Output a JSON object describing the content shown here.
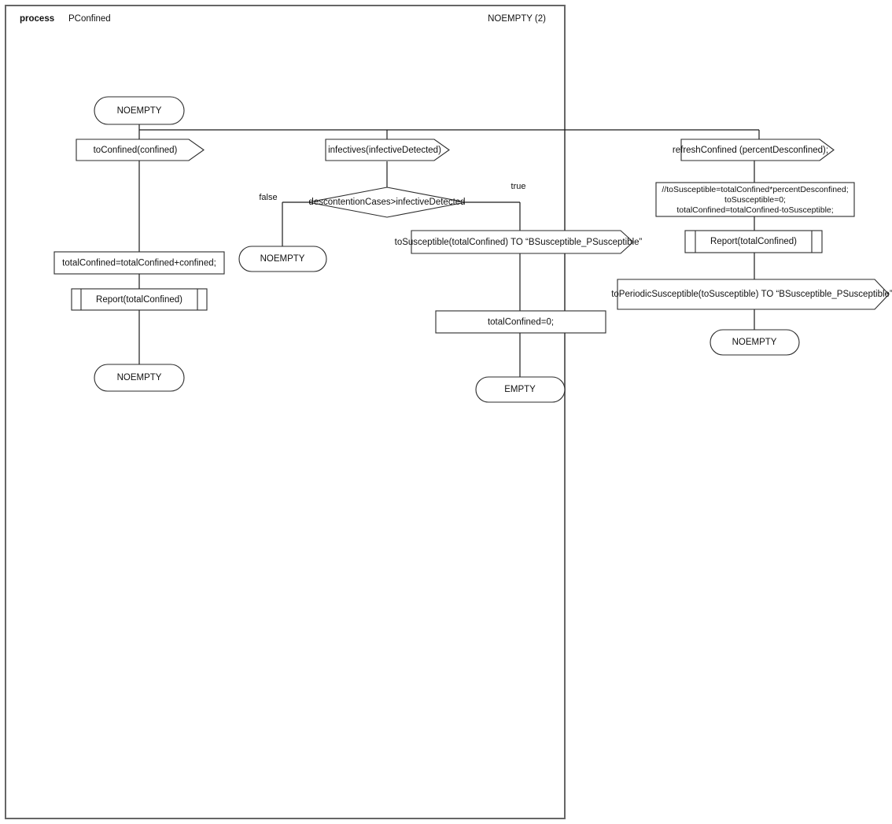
{
  "header": {
    "keyword": "process",
    "process_name": "PConfined",
    "page_label": "NOEMPTY (2)"
  },
  "branches": {
    "left": {
      "start_state": "NOEMPTY",
      "input_signal": "toConfined(confined)",
      "task": "totalConfined=totalConfined+confined;",
      "procedure_call": "Report(totalConfined)",
      "end_state": "NOEMPTY"
    },
    "middle": {
      "start_state": "NOEMPTY",
      "input_signal": "infectives(infectiveDetected)",
      "decision": "descontentionCases>infectiveDetected",
      "branch_false_label": "false",
      "branch_true_label": "true",
      "false_end_state": "NOEMPTY",
      "output_signal": "toSusceptible(totalConfined) TO “BSusceptible_PSusceptible”",
      "task": "totalConfined=0;",
      "true_end_state": "EMPTY"
    },
    "right": {
      "input_signal": "refreshConfined (percentDesconfined);",
      "task_lines": [
        "//toSusceptible=totalConfined*percentDesconfined;",
        "toSusceptible=0;",
        "totalConfined=totalConfined-toSusceptible;"
      ],
      "procedure_call": "Report(totalConfined)",
      "output_signal": "toPeriodicSusceptible(toSusceptible) TO “BSusceptible_PSusceptible”",
      "end_state": "NOEMPTY"
    }
  },
  "colors": {
    "frame_stroke": "#666666",
    "shape_stroke": "#2b2b2b",
    "connector_stroke": "#1a1a1a",
    "text": "#111111",
    "background": "#ffffff"
  }
}
